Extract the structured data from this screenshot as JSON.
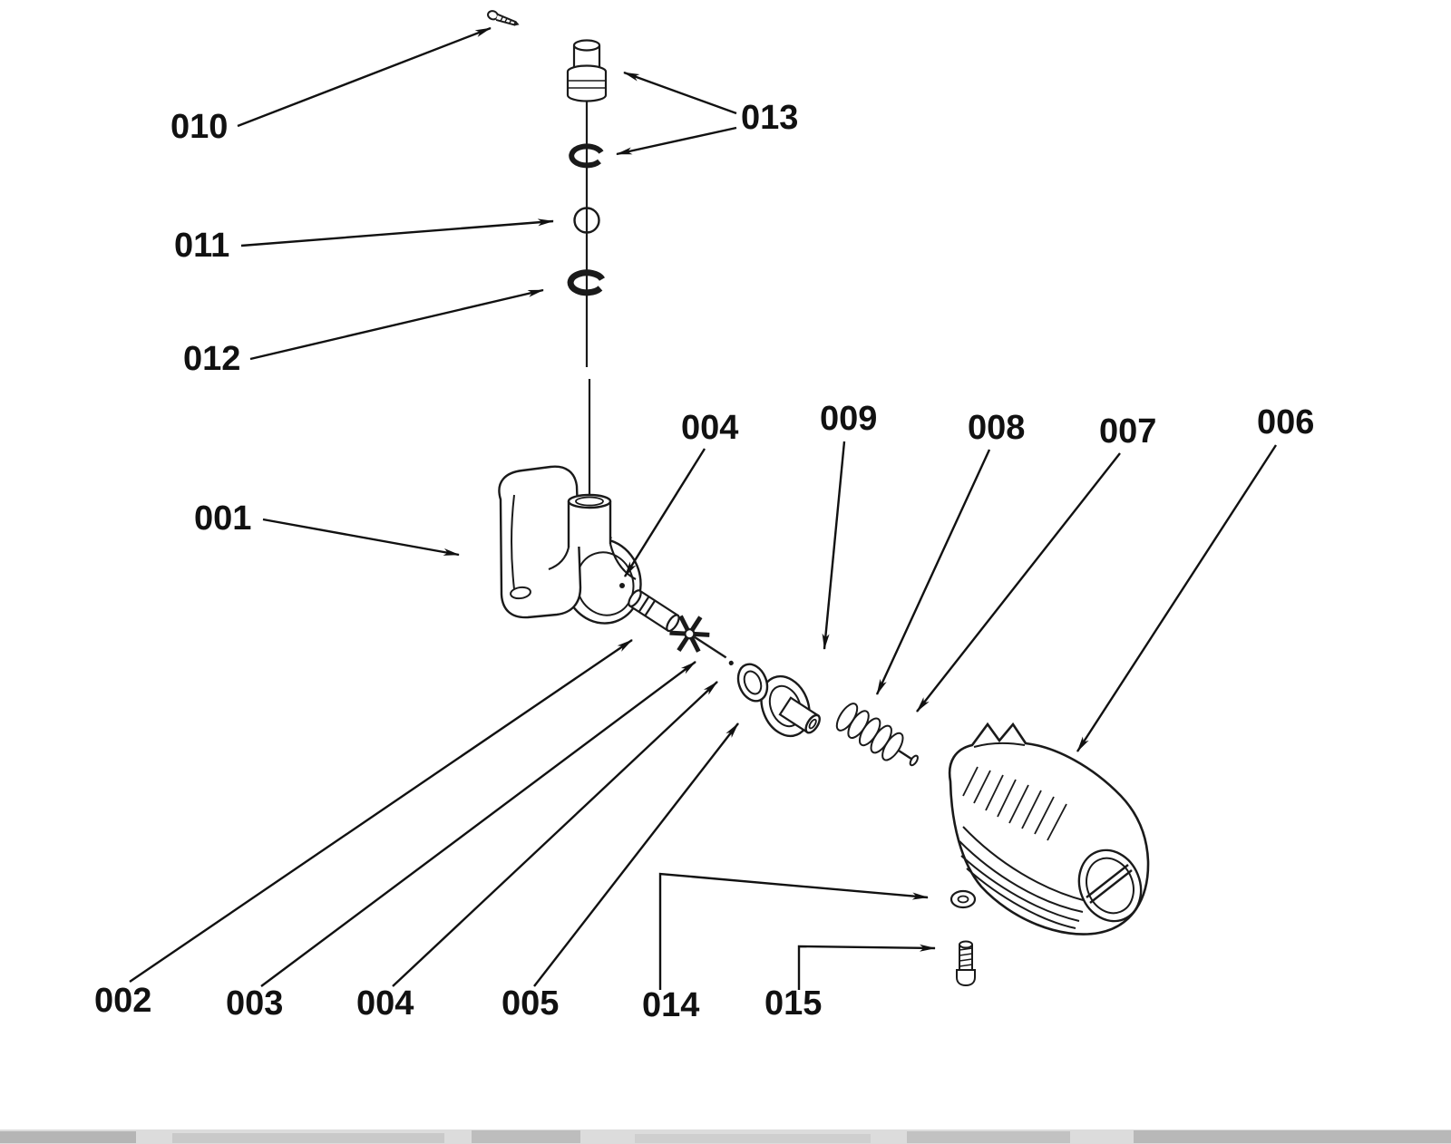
{
  "diagram": {
    "background_color": "#ffffff",
    "line_color": "#1a1a1a",
    "label_color": "#111111"
  },
  "parts": [
    {
      "label": "010"
    },
    {
      "label": "013"
    },
    {
      "label": "011"
    },
    {
      "label": "012"
    },
    {
      "label": "001"
    },
    {
      "label": "004"
    },
    {
      "label": "009"
    },
    {
      "label": "008"
    },
    {
      "label": "007"
    },
    {
      "label": "006"
    },
    {
      "label": "002"
    },
    {
      "label": "003"
    },
    {
      "label": "004"
    },
    {
      "label": "005"
    },
    {
      "label": "014"
    },
    {
      "label": "015"
    }
  ]
}
